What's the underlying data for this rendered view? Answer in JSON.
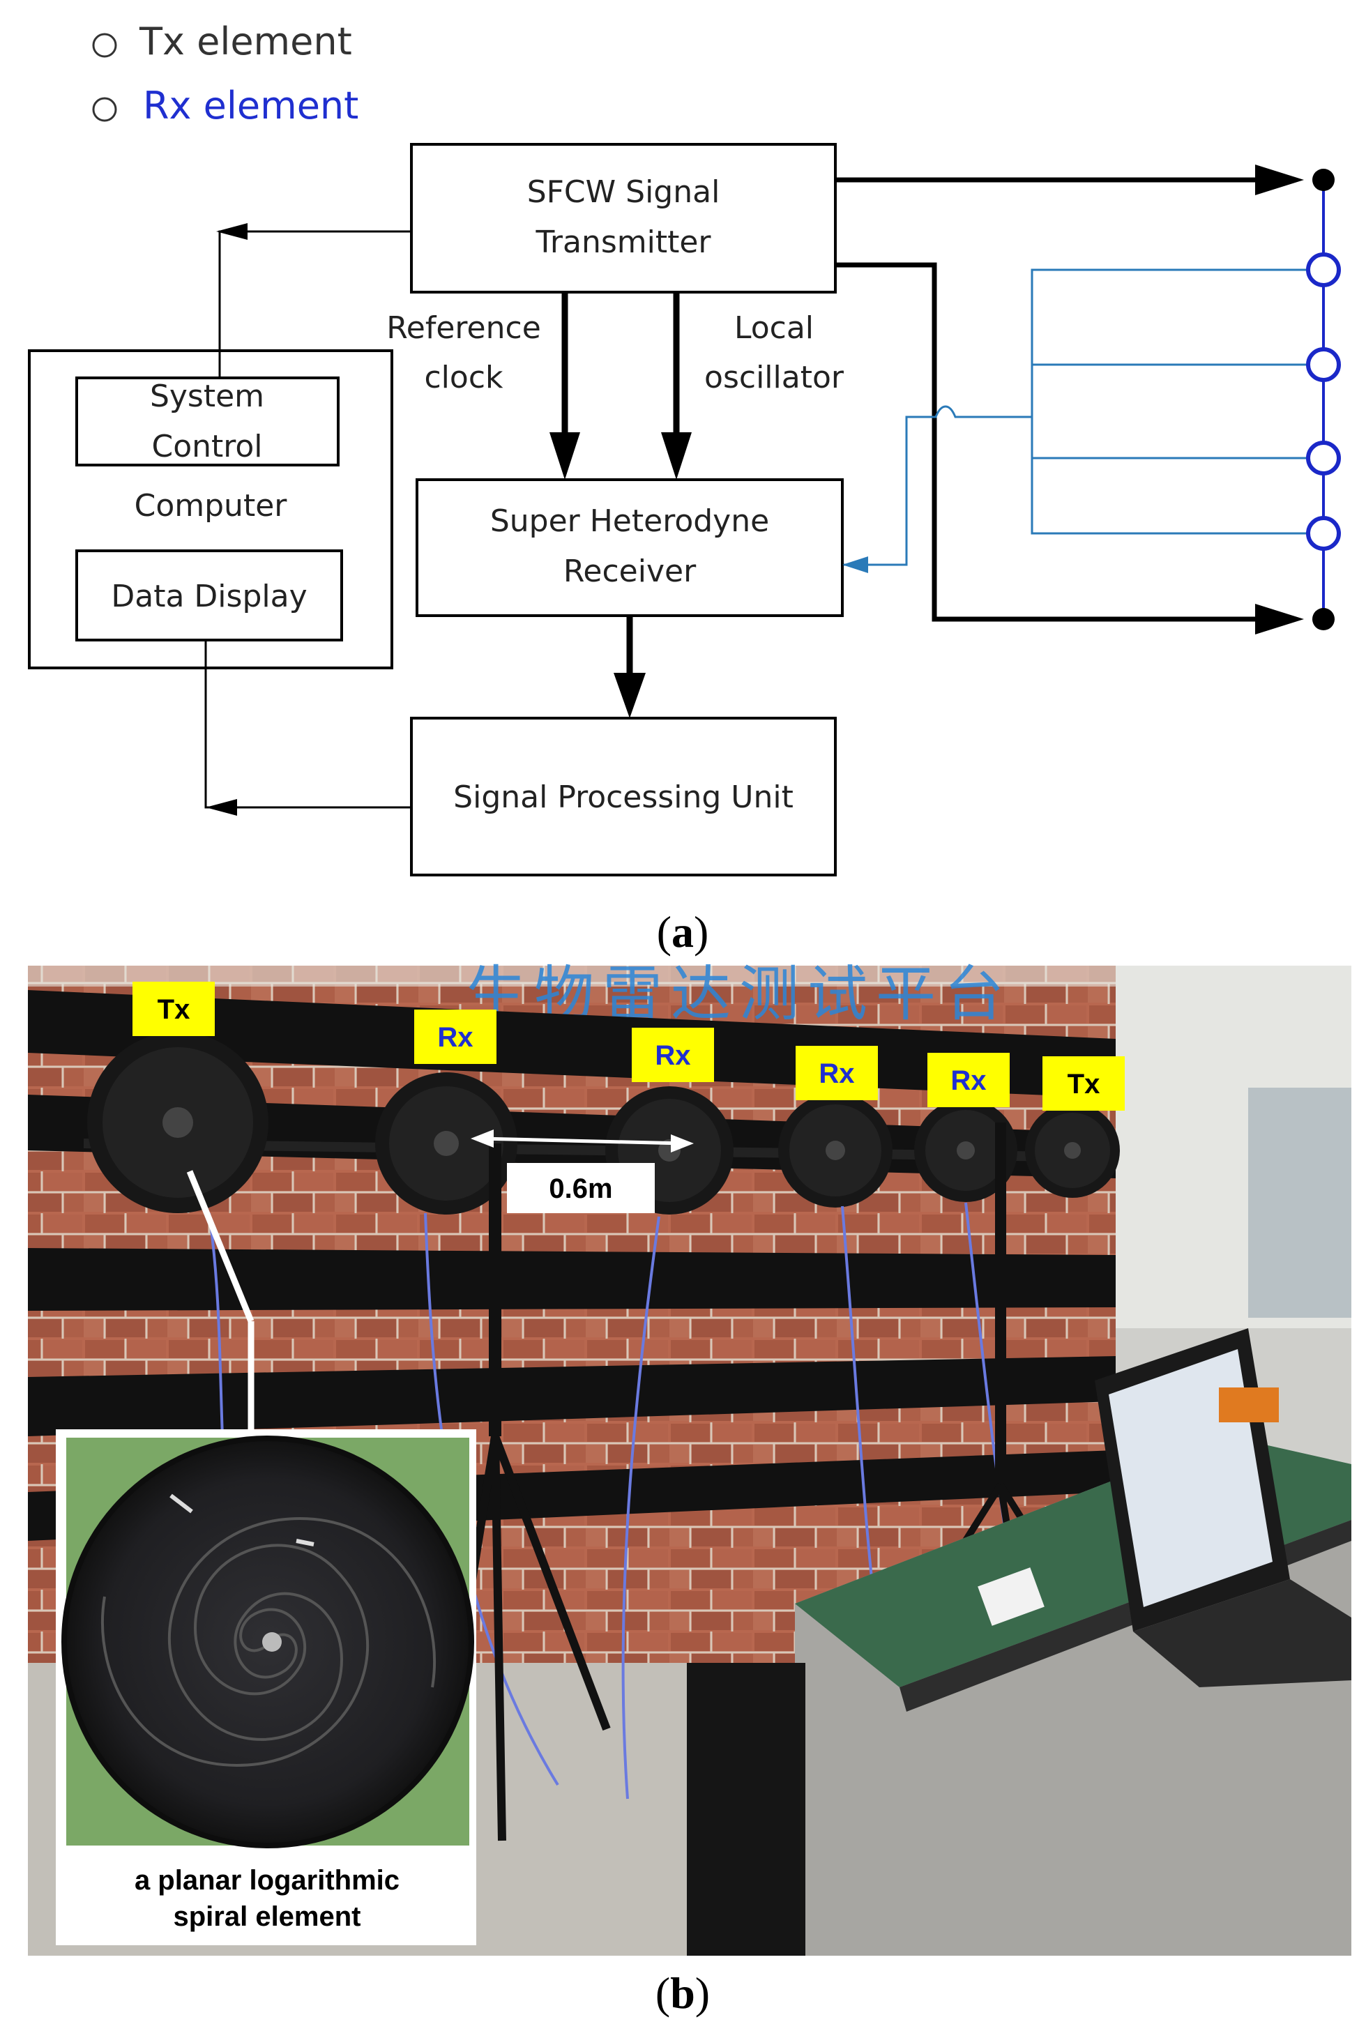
{
  "legend": {
    "tx_label": "Tx element",
    "rx_label": "Rx element",
    "tx_color": "#333333",
    "rx_color": "#1f2fd0"
  },
  "diagram": {
    "blocks": {
      "transmitter": [
        "SFCW Signal",
        "Transmitter"
      ],
      "system_control": [
        "System",
        "Control"
      ],
      "computer": "Computer",
      "data_display": "Data Display",
      "receiver": [
        "Super Heterodyne",
        "Receiver"
      ],
      "processing": "Signal Processing Unit"
    },
    "signals": {
      "reference_clock": [
        "Reference",
        "clock"
      ],
      "local_oscillator": [
        "Local",
        "oscillator"
      ]
    },
    "colors": {
      "line": "#000000",
      "rx_line": "#2a7ab8",
      "element_ring": "#1a28c8"
    }
  },
  "photo": {
    "wall_text": "生物雷达测试平台",
    "labels": [
      "Tx",
      "Rx",
      "Rx",
      "Rx",
      "Rx",
      "Tx"
    ],
    "spacing_label": "0.6m",
    "inset_caption": [
      "a planar logarithmic",
      "spiral element"
    ],
    "colors": {
      "label_bg": "#ffff00",
      "rx_text": "#1f2fd0",
      "tx_text": "#000000",
      "brick": "#a85a44",
      "stripe": "#111111"
    }
  },
  "captions": {
    "a": "a",
    "b": "b"
  }
}
